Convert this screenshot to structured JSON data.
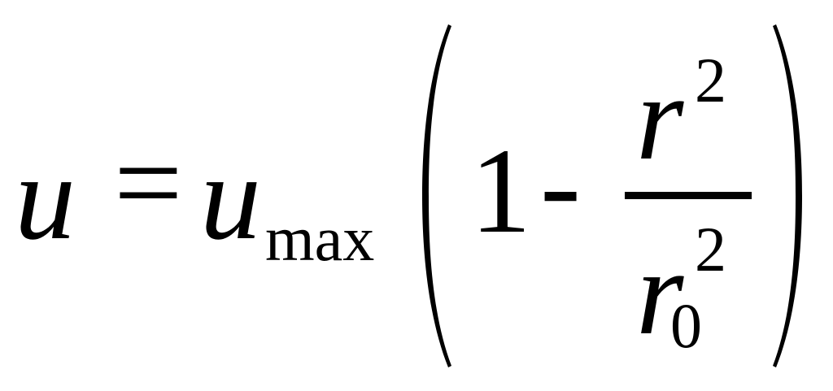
{
  "equation": {
    "lhs_var": "u",
    "equals": "=",
    "rhs_var": "u",
    "rhs_subscript": "max",
    "one": "1",
    "minus": "-",
    "numerator_var": "r",
    "numerator_sup": "2",
    "denominator_var": "r",
    "denominator_sub": "0",
    "denominator_sup": "2"
  }
}
